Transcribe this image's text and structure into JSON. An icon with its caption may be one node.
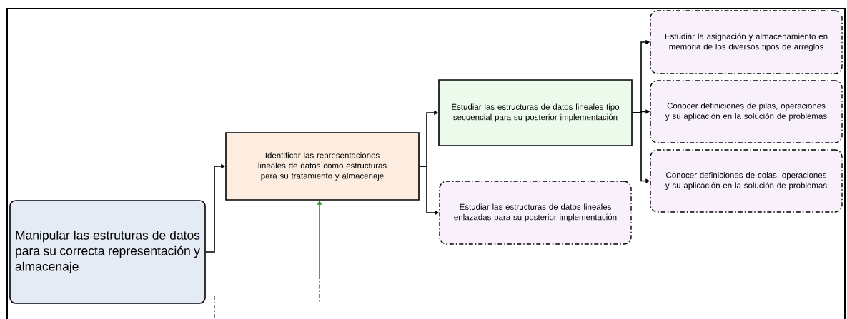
{
  "diagram": {
    "nodes": [
      {
        "text": [
          "Manipular las estruturas de datos para su correcta representación y almacenaje"
        ]
      },
      {
        "text": [
          "Identificar las representaciones lineales de datos como estructuras para su tratamiento y almacenaje"
        ]
      },
      {
        "text": [
          "Estudiar las estructuras de datos lineales tipo secuencial para su posterior implementación"
        ]
      },
      {
        "text": [
          "Estudiar las estructuras de datos lineales enlazadas para su posterior implementación"
        ]
      },
      {
        "text": [
          "Estudiar la asignación y almacenamiento en memoria de los diversos tipos de arreglos"
        ]
      },
      {
        "text": [
          "Conocer definiciones de pilas, operaciones y su aplicación en la solución de problemas"
        ]
      },
      {
        "text": [
          "Conocer definiciones de colas, operaciones y su aplicación en la solución de problemas"
        ]
      }
    ],
    "edges": [
      {
        "from": 0,
        "to": 1,
        "arrow": "to"
      },
      {
        "from": 1,
        "to": 2,
        "arrow": "to"
      },
      {
        "from": 1,
        "to": 3,
        "arrow": "to"
      },
      {
        "from": 2,
        "to": 4,
        "arrow": "to"
      },
      {
        "from": 2,
        "to": 5,
        "arrow": "to"
      },
      {
        "from": 2,
        "to": 6,
        "arrow": "to"
      },
      {
        "from": null,
        "to": 1,
        "arrow": "to",
        "color": "#1e8c1e"
      }
    ]
  }
}
